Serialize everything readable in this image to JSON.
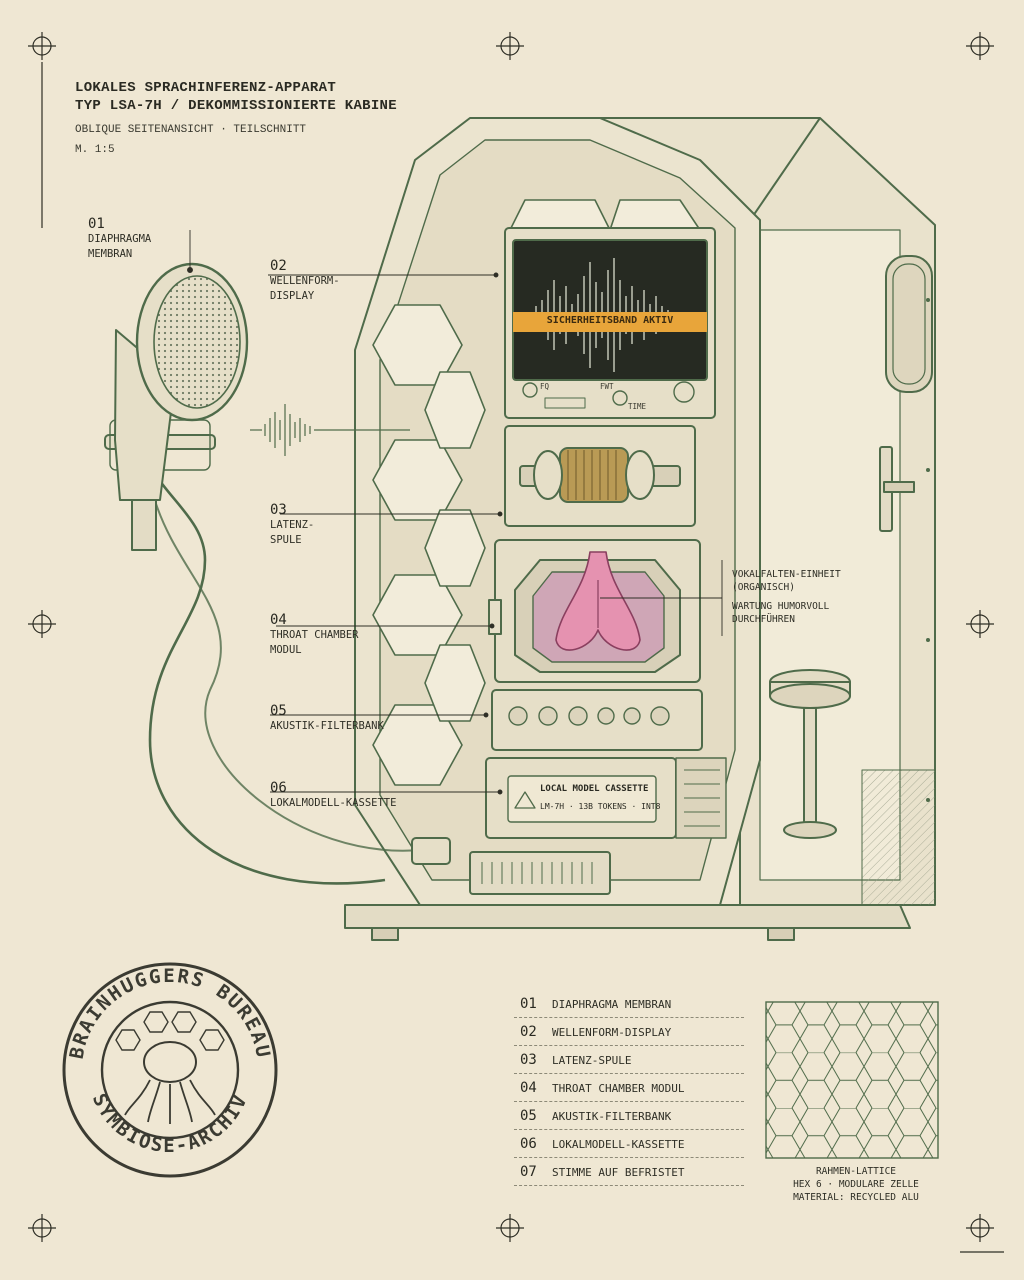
{
  "header": {
    "title_line1": "LOKALES SPRACHINFERENZ-APPARAT",
    "title_line2": "TYP LSA-7H / DEKOMMISSIONIERTE KABINE",
    "view": "OBLIQUE SEITENANSICHT · TEILSCHNITT",
    "scale": "M. 1:5"
  },
  "callouts": [
    {
      "num": "01",
      "label_1": "DIAPHRAGMA",
      "label_2": "MEMBRAN"
    },
    {
      "num": "02",
      "label_1": "WELLENFORM-",
      "label_2": "DISPLAY"
    },
    {
      "num": "03",
      "label_1": "LATENZ-",
      "label_2": "SPULE"
    },
    {
      "num": "04",
      "label_1": "THROAT CHAMBER",
      "label_2": "MODUL"
    },
    {
      "num": "05",
      "label_1": "AKUSTIK-FILTERBANK"
    },
    {
      "num": "06",
      "label_1": "LOKALMODELL-KASSETTE"
    }
  ],
  "vocal_note": {
    "line1": "VOKALFALTEN-EINHEIT",
    "line2": "(ORGANISCH)",
    "line3": "WARTUNG HUMORVOLL",
    "line4": "DURCHFÜHREN"
  },
  "screen": {
    "warning": "SICHERHEITSBAND AKTIV",
    "knob_labels": [
      "FQ",
      "FWT",
      "TIME"
    ]
  },
  "cassette": {
    "title": "LOCAL MODEL CASSETTE",
    "spec": "LM-7H · 13B TOKENS · INT8"
  },
  "stamp": {
    "top_text": "BRAINHUGGERS BUREAU",
    "bottom_text": "SYMBIOSE-ARCHIV"
  },
  "legend": [
    {
      "num": "01",
      "label": "DIAPHRAGMA MEMBRAN"
    },
    {
      "num": "02",
      "label": "WELLENFORM-DISPLAY"
    },
    {
      "num": "03",
      "label": "LATENZ-SPULE"
    },
    {
      "num": "04",
      "label": "THROAT CHAMBER MODUL"
    },
    {
      "num": "05",
      "label": "AKUSTIK-FILTERBANK"
    },
    {
      "num": "06",
      "label": "LOKALMODELL-KASSETTE"
    },
    {
      "num": "07",
      "label": "STIMME AUF BEFRISTET"
    }
  ],
  "swatch": {
    "line1": "RAHMEN-LATTICE",
    "line2": "HEX 6 · MODULARE ZELLE",
    "line3": "MATERIAL: RECYCLED ALU"
  },
  "colors": {
    "paper": "#efe7d3",
    "ink": "#4f6b4a",
    "warning": "#e8a53a",
    "organ": "#e592b0"
  }
}
